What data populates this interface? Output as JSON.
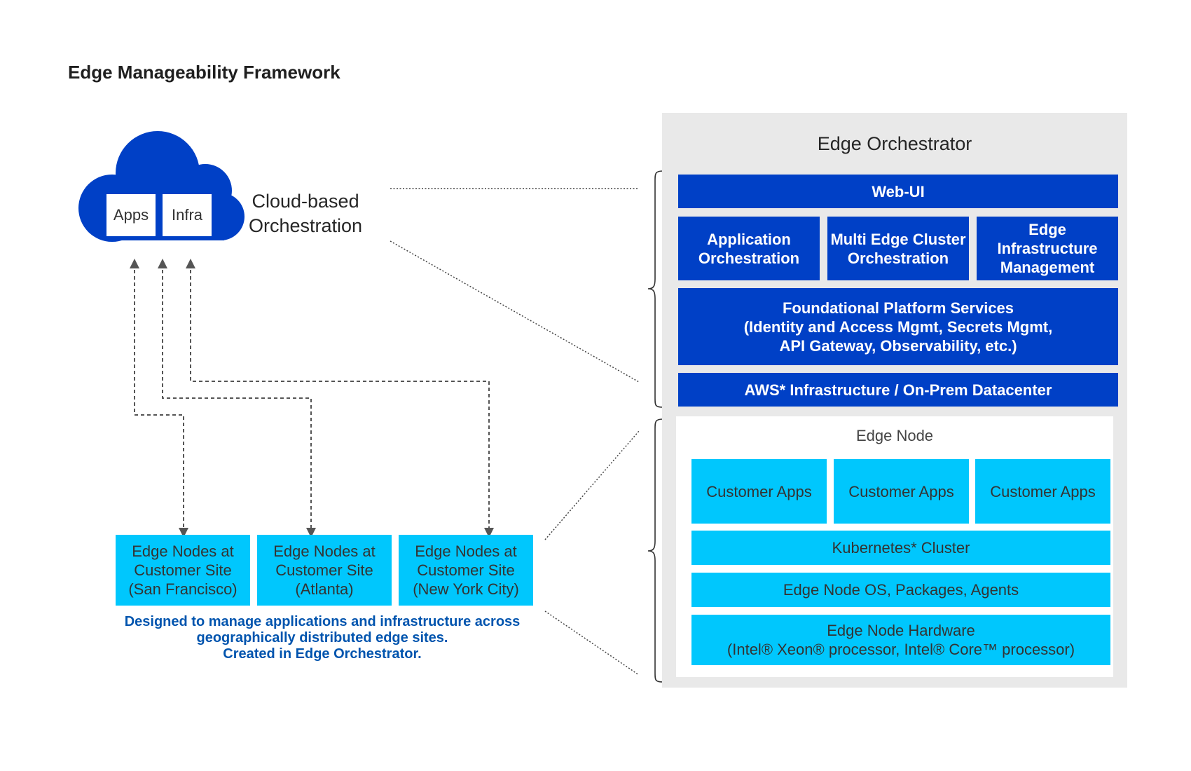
{
  "title": "Edge Manageability Framework",
  "cloud": {
    "boxes": [
      "Apps",
      "Infra"
    ],
    "label_line1": "Cloud-based",
    "label_line2": "Orchestration"
  },
  "edge_sites": [
    {
      "line1": "Edge Nodes at",
      "line2": "Customer Site",
      "line3": "(San Francisco)"
    },
    {
      "line1": "Edge Nodes at",
      "line2": "Customer Site",
      "line3": "(Atlanta)"
    },
    {
      "line1": "Edge Nodes at",
      "line2": "Customer Site",
      "line3": "(New York City)"
    }
  ],
  "caption": {
    "line1": "Designed to manage applications and infrastructure across",
    "line2": "geographically distributed edge sites.",
    "line3": "Created in Edge Orchestrator."
  },
  "orchestrator": {
    "title": "Edge Orchestrator",
    "web_ui": "Web-UI",
    "services": [
      {
        "line1": "Application",
        "line2": "Orchestration",
        "line3": ""
      },
      {
        "line1": "Multi Edge Cluster",
        "line2": "Orchestration",
        "line3": ""
      },
      {
        "line1": "Edge",
        "line2": "Infrastructure",
        "line3": "Management"
      }
    ],
    "foundational": {
      "line1": "Foundational Platform Services",
      "line2": "(Identity and Access Mgmt, Secrets Mgmt,",
      "line3": "API Gateway, Observability, etc.)"
    },
    "infrastructure": "AWS* Infrastructure / On-Prem Datacenter"
  },
  "edge_node": {
    "title": "Edge Node",
    "apps": [
      "Customer Apps",
      "Customer Apps",
      "Customer Apps"
    ],
    "kubernetes": "Kubernetes* Cluster",
    "os": "Edge Node OS, Packages, Agents",
    "hardware_line1": "Edge Node Hardware",
    "hardware_line2": "(Intel® Xeon® processor, Intel® Core™ processor)"
  },
  "colors": {
    "intel_blue": "#0040c6",
    "cyan": "#00c7fd",
    "caption_blue": "#0054ae",
    "panel_gray": "#e9e9e9"
  }
}
